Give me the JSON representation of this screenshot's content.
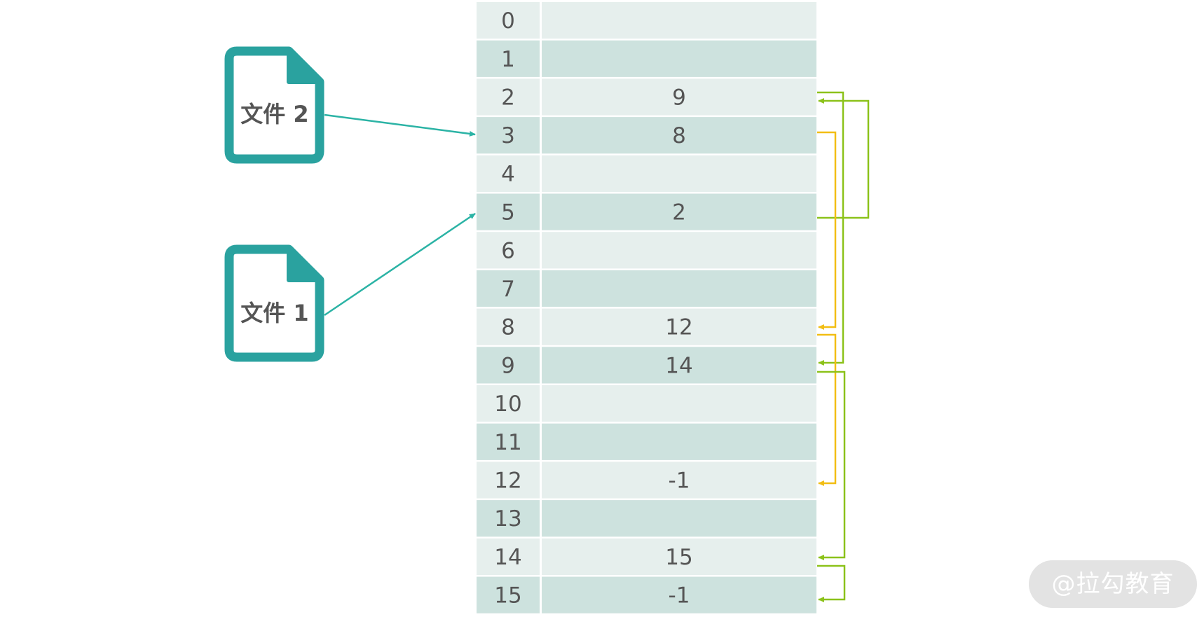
{
  "table": {
    "rows": [
      {
        "index": "0",
        "value": ""
      },
      {
        "index": "1",
        "value": ""
      },
      {
        "index": "2",
        "value": "9"
      },
      {
        "index": "3",
        "value": "8"
      },
      {
        "index": "4",
        "value": ""
      },
      {
        "index": "5",
        "value": "2"
      },
      {
        "index": "6",
        "value": ""
      },
      {
        "index": "7",
        "value": ""
      },
      {
        "index": "8",
        "value": "12"
      },
      {
        "index": "9",
        "value": "14"
      },
      {
        "index": "10",
        "value": ""
      },
      {
        "index": "11",
        "value": ""
      },
      {
        "index": "12",
        "value": "-1"
      },
      {
        "index": "13",
        "value": ""
      },
      {
        "index": "14",
        "value": "15"
      },
      {
        "index": "15",
        "value": "-1"
      }
    ]
  },
  "files": [
    {
      "label": "文件 2",
      "start_row": "3"
    },
    {
      "label": "文件 1",
      "start_row": "5"
    }
  ],
  "colors": {
    "row_light": "#e6efed",
    "row_dark": "#cde2de",
    "file_icon": "#2aa29f",
    "file_arrow": "#2bb3a5",
    "chain_file1": "#8cc21a",
    "chain_file2": "#f2be14"
  },
  "chains": {
    "file1": [
      "5",
      "2",
      "9",
      "14",
      "15"
    ],
    "file2": [
      "3",
      "8",
      "12"
    ]
  },
  "watermark": "@拉勾教育"
}
